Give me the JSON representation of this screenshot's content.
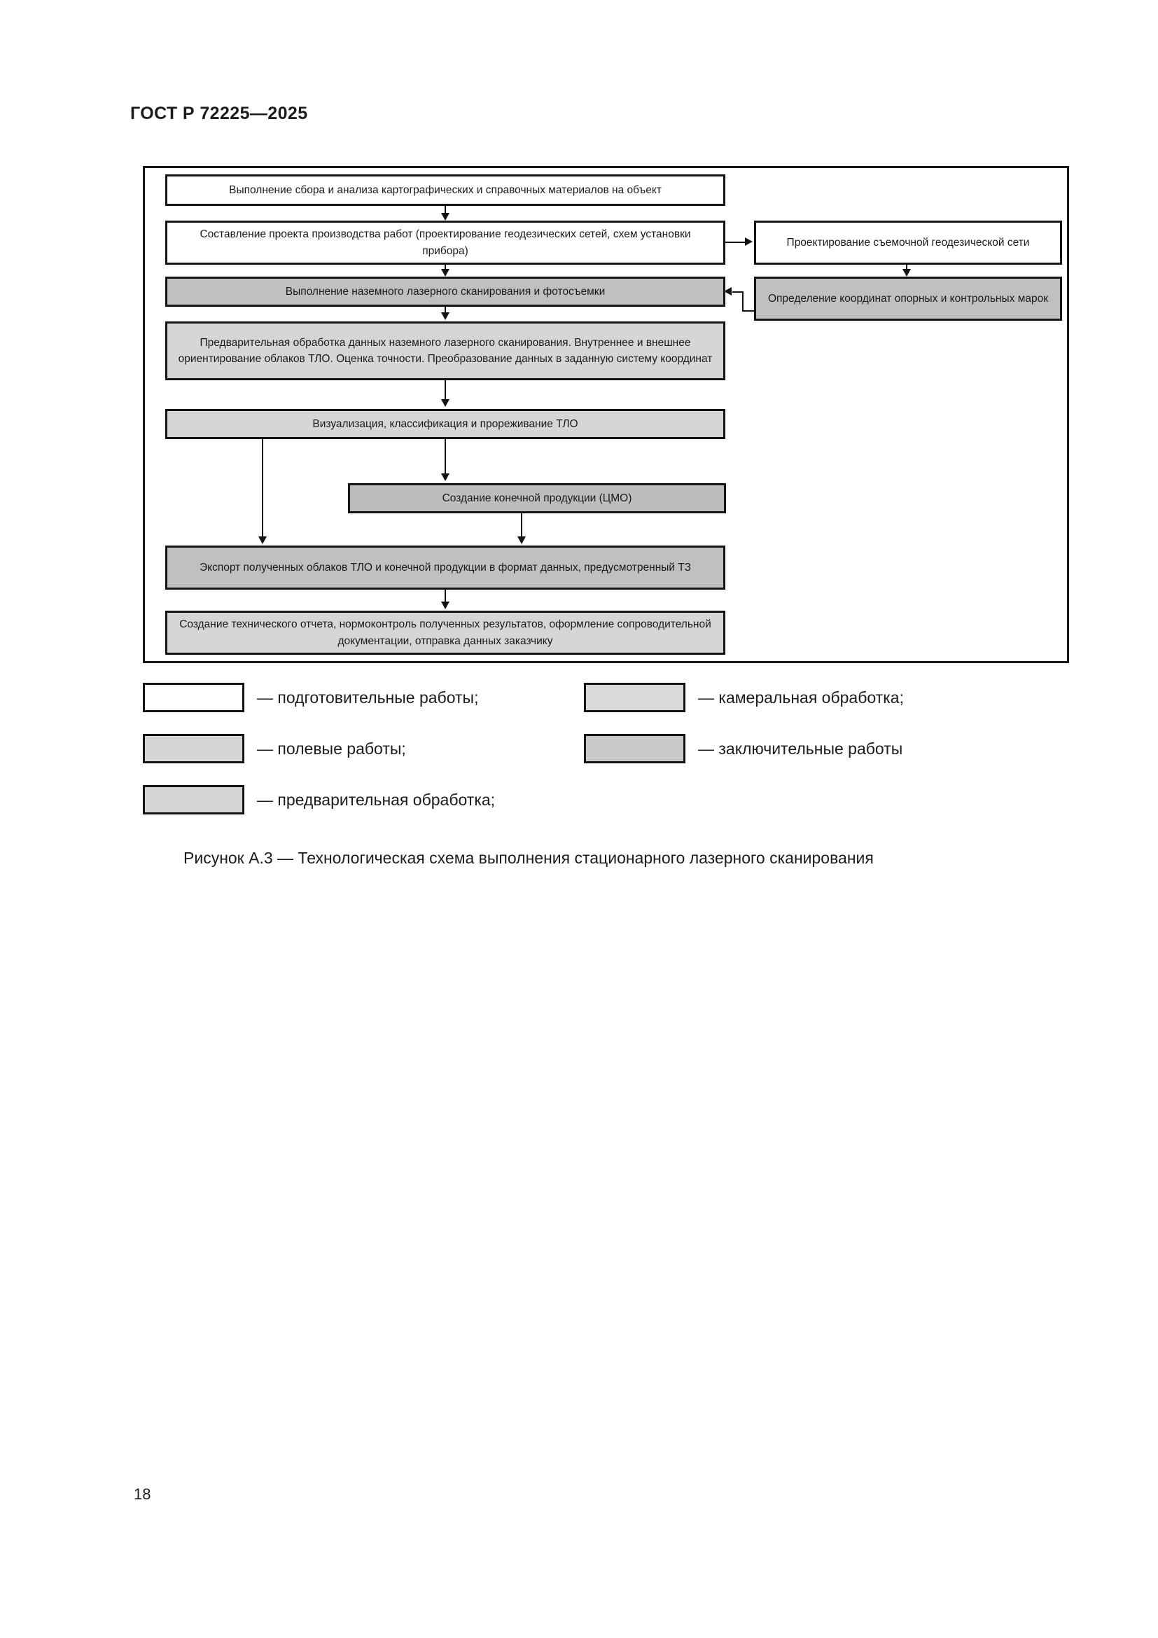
{
  "document": {
    "header": "ГОСТ Р 72225—2025",
    "page_number": "18"
  },
  "figure": {
    "caption": "Рисунок А.3 — Технологическая схема выполнения стационарного лазерного сканирования",
    "nodes": [
      {
        "id": "n1",
        "label": "Выполнение сбора и анализа картографических и справочных материалов на объект",
        "category": "подготовительные работы",
        "fill": "#ffffff"
      },
      {
        "id": "n2",
        "label": "Составление проекта производства работ (проектирование геодезических сетей, схем установки прибора)",
        "category": "подготовительные работы",
        "fill": "#ffffff"
      },
      {
        "id": "n3",
        "label": "Проектирование съемочной геодезической сети",
        "category": "подготовительные работы",
        "fill": "#ffffff"
      },
      {
        "id": "n4",
        "label": "Выполнение наземного лазерного сканирования и фотосъемки",
        "category": "полевые работы",
        "fill": "#c0c0c0"
      },
      {
        "id": "n5",
        "label": "Определение координат опорных и контрольных марок",
        "category": "полевые работы",
        "fill": "#c0c0c0"
      },
      {
        "id": "n6",
        "label": "Предварительная обработка данных наземного лазерного сканирования. Внутреннее и внешнее ориентирование облаков ТЛО. Оценка точности. Преобразование данных в заданную систему координат",
        "category": "предварительная обработка",
        "fill": "#d6d6d6"
      },
      {
        "id": "n7",
        "label": "Визуализация, классификация и прореживание ТЛО",
        "category": "камеральная обработка",
        "fill": "#d6d6d6"
      },
      {
        "id": "n8",
        "label": "Создание конечной продукции (ЦМО)",
        "category": "камеральная обработка",
        "fill": "#bdbdbd"
      },
      {
        "id": "n9",
        "label": "Экспорт полученных облаков ТЛО и конечной продукции в формат данных, предусмотренный ТЗ",
        "category": "камеральная обработка",
        "fill": "#c0c0c0"
      },
      {
        "id": "n10",
        "label": "Создание технического отчета, нормоконтроль полученных результатов, оформление сопроводительной документации, отправка данных заказчику",
        "category": "заключительные работы",
        "fill": "#d6d6d6"
      }
    ]
  },
  "legend": {
    "items": [
      {
        "label": "— подготовительные работы;",
        "fill": "#ffffff"
      },
      {
        "label": "— полевые работы;",
        "fill": "#d6d6d6"
      },
      {
        "label": "— предварительная обработка;",
        "fill": "#d6d6d6"
      },
      {
        "label": "— камеральная обработка;",
        "fill": "#d9d9d9"
      },
      {
        "label": "— заключительные работы",
        "fill": "#c9c9c9"
      }
    ]
  }
}
